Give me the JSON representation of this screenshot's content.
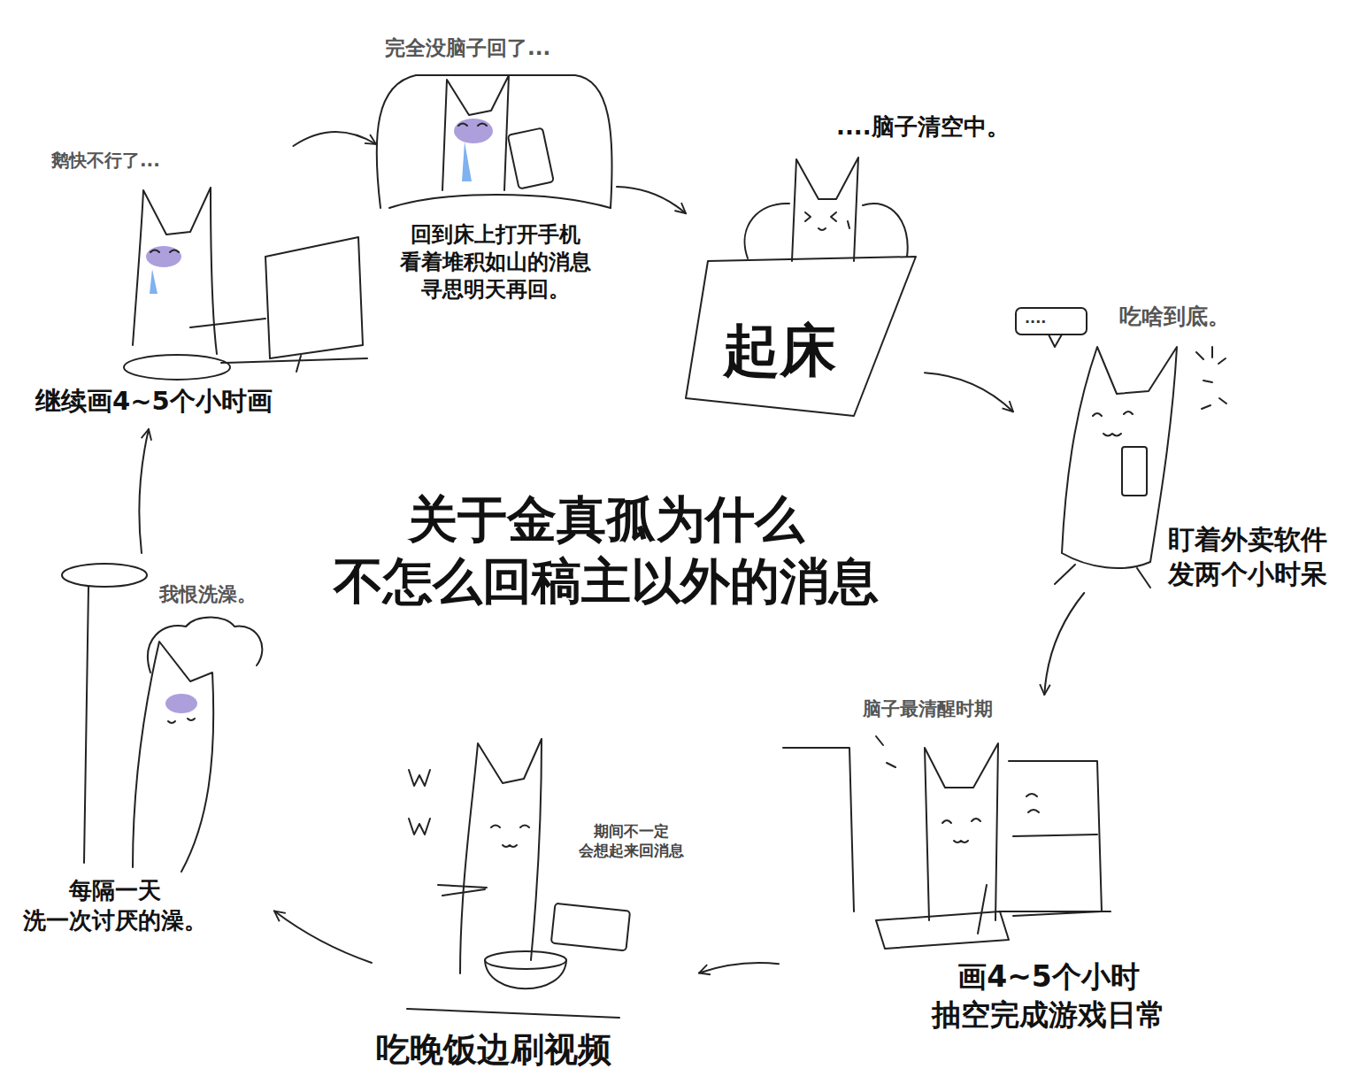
{
  "diagram": {
    "title": "关于金真孤为什么 不怎么回稿主以外的消息",
    "nodes": [
      {
        "text": [
          "....脑子清空中。",
          "起床"
        ]
      },
      {
        "text": [
          "吃啥到底。",
          "盯着外卖软件 发两个小时呆"
        ]
      },
      {
        "text": [
          "脑子最清醒时期",
          "画4~5个小时 抽空完成游戏日常"
        ]
      },
      {
        "text": [
          "期间不一定 会想起来回消息",
          "吃晚饭边刷视频"
        ]
      },
      {
        "text": [
          "我恨洗澡。",
          "每隔一天 洗一次讨厌的澡。"
        ]
      },
      {
        "text": [
          "鹅快不行了...",
          "继续画4~5个小时画"
        ]
      },
      {
        "text": [
          "完全没脑子回了...",
          "回到床上打开手机 看着堆积如山的消息 寻思明天再回。"
        ]
      }
    ],
    "edges": [
      {
        "from": 0,
        "to": 1,
        "arrow": "to"
      },
      {
        "from": 1,
        "to": 2,
        "arrow": "to"
      },
      {
        "from": 2,
        "to": 3,
        "arrow": "to"
      },
      {
        "from": 3,
        "to": 4,
        "arrow": "to"
      },
      {
        "from": 4,
        "to": 5,
        "arrow": "to"
      },
      {
        "from": 5,
        "to": 6,
        "arrow": "to"
      },
      {
        "from": 6,
        "to": 0,
        "arrow": "to"
      }
    ],
    "labels": [
      "...."
    ]
  }
}
